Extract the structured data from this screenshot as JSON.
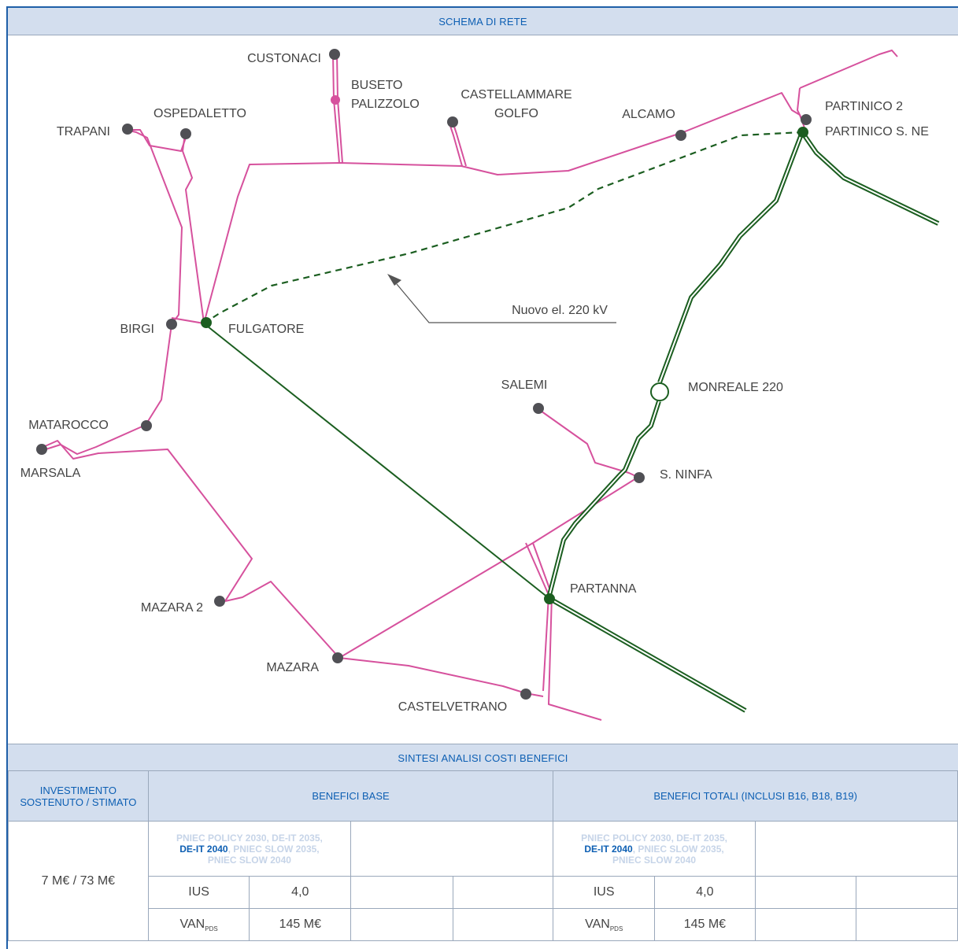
{
  "header": {
    "title": "SCHEMA DI RETE"
  },
  "map": {
    "annotation": "Nuovo el. 220 kV",
    "colors": {
      "line_150kv": "#d6519d",
      "line_220kv": "#1b5e20",
      "node": "#505055",
      "node_220": "#1b5e20",
      "node_pink": "#d6519d"
    },
    "nodes": {
      "custonaci": "CUSTONACI",
      "buseto_1": "BUSETO",
      "buseto_2": "PALIZZOLO",
      "castellammare_1": "CASTELLAMMARE",
      "castellammare_2": "GOLFO",
      "ospedaletto": "OSPEDALETTO",
      "trapani": "TRAPANI",
      "alcamo": "ALCAMO",
      "partinico2": "PARTINICO 2",
      "partinico_sne": "PARTINICO S. NE",
      "birgi": "BIRGI",
      "fulgatore": "FULGATORE",
      "salemi": "SALEMI",
      "monreale": "MONREALE 220",
      "matarocco": "MATAROCCO",
      "marsala": "MARSALA",
      "sninfa": "S. NINFA",
      "partanna": "PARTANNA",
      "mazara2": "MAZARA 2",
      "mazara": "MAZARA",
      "castelvetrano": "CASTELVETRANO"
    }
  },
  "analysis": {
    "title": "SINTESI ANALISI COSTI BENEFICI",
    "col_investment": [
      "INVESTIMENTO",
      "SOSTENUTO / STIMATO"
    ],
    "col_base": "BENEFICI BASE",
    "col_total": "BENEFICI TOTALI (INCLUSI B16, B18, B19)",
    "investment_value": "7 M€ / 73 M€",
    "scenario_lines": {
      "l1": "PNIEC POLICY 2030, DE-IT 2035,",
      "l2_active": "DE-IT 2040",
      "l2_rest": ", PNIEC SLOW 2035,",
      "l3": "PNIEC SLOW 2040"
    },
    "metrics": {
      "ius_label": "IUS",
      "ius_value": "4,0",
      "van_label": "VAN",
      "van_sub": "PDS",
      "van_value": "145 M€"
    }
  }
}
